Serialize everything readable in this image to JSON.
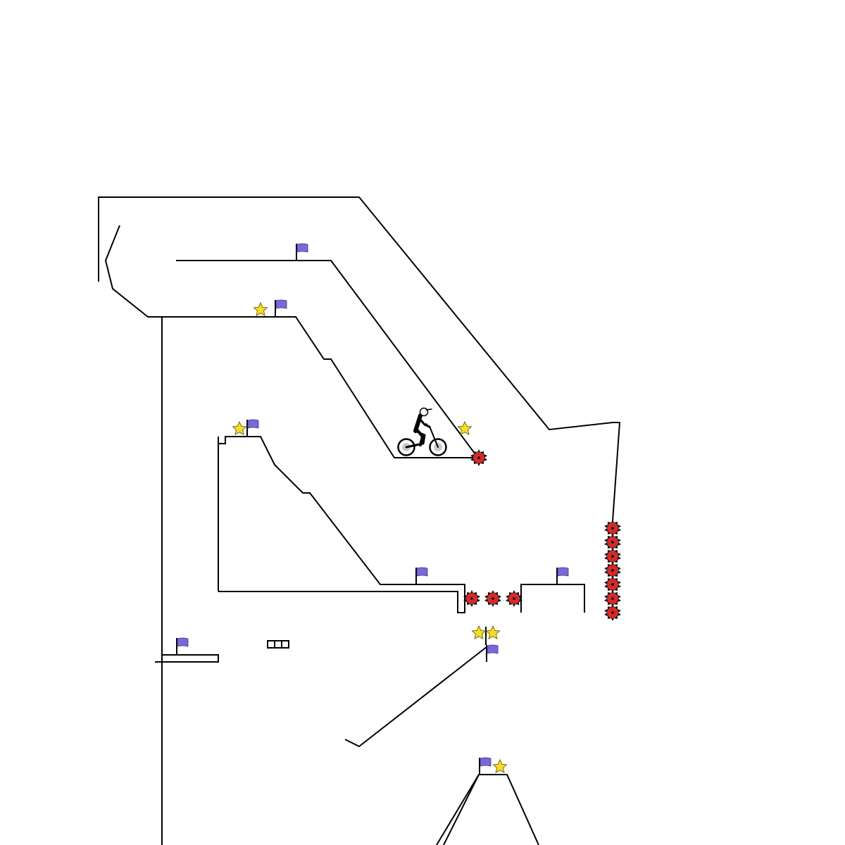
{
  "game": {
    "title": "",
    "colors": {
      "track": "#000000",
      "flag": "#7b68d8",
      "star": "#f5dc2a",
      "bomb": "#d42a2a",
      "background": "#ffffff"
    },
    "counts": {
      "checkpoints": 8,
      "stars": 6,
      "bombs": 11
    }
  }
}
